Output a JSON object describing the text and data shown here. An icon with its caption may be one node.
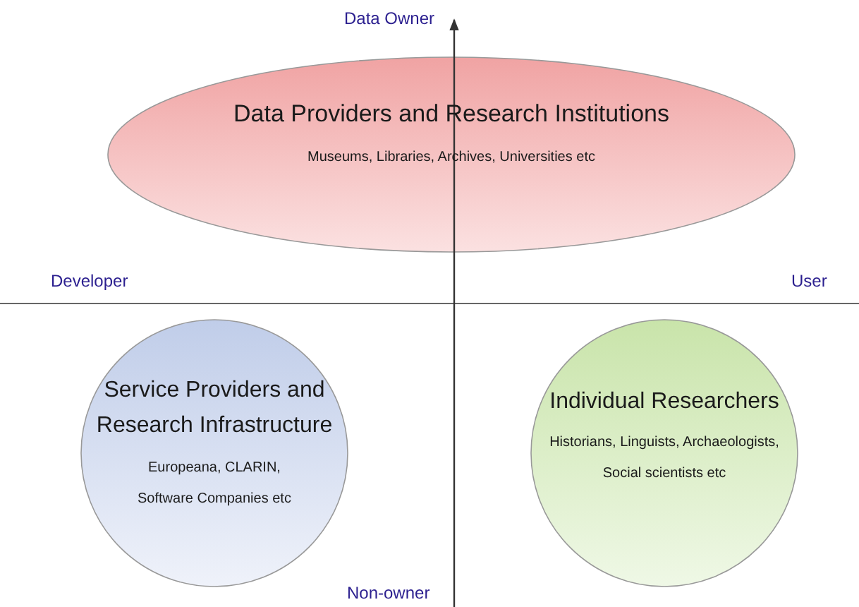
{
  "diagram": {
    "nodes": [
      {
        "text": [
          "Data Providers and Research Institutions",
          "Museums, Libraries, Archives, Universities etc"
        ]
      },
      {
        "text": [
          "Service Providers and Research Infrastructure",
          "Europeana, CLARIN, Software Companies etc"
        ]
      },
      {
        "text": [
          "Individual Researchers",
          "Historians, Linguists, Archaeologists, Social scientists etc"
        ]
      }
    ],
    "labels": [
      "Data Owner",
      "Developer",
      "User",
      "Non-owner"
    ]
  }
}
